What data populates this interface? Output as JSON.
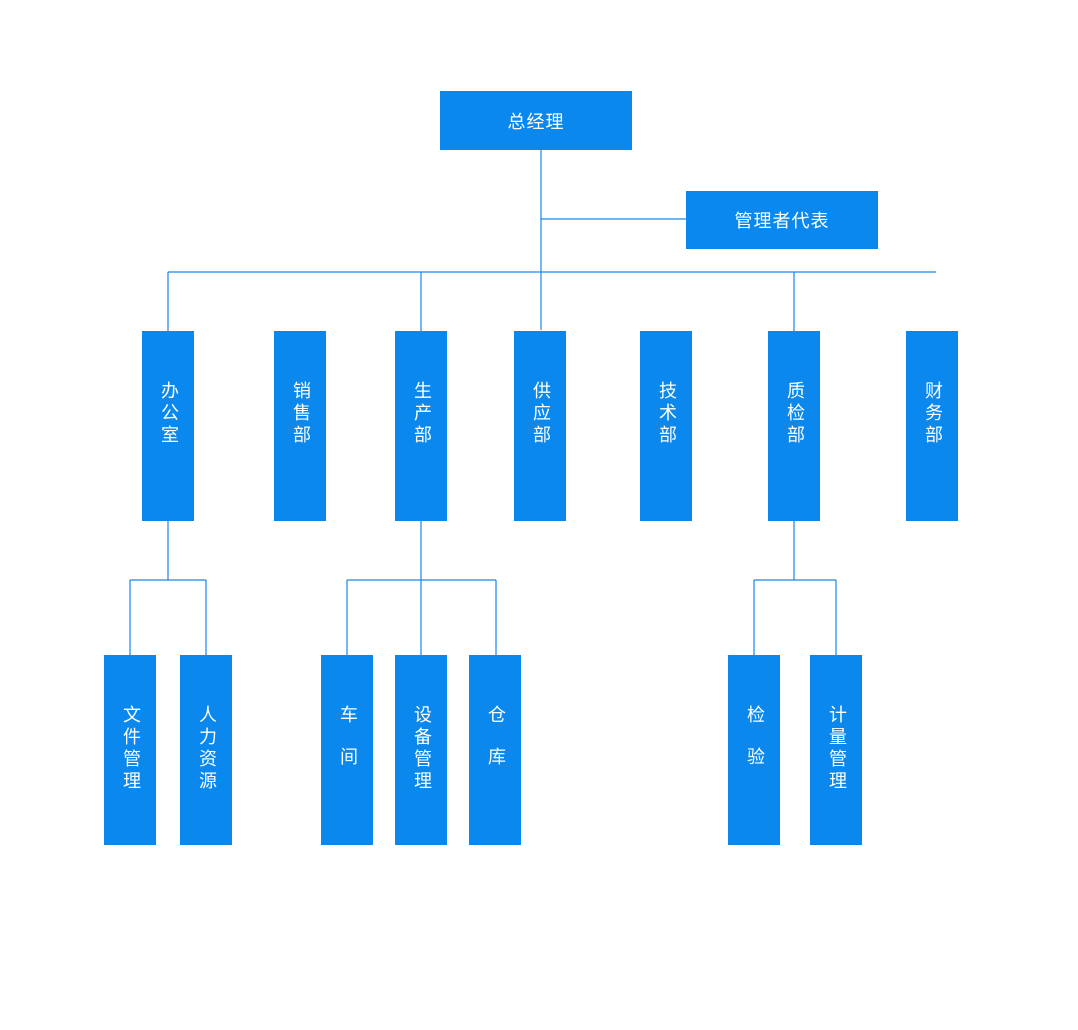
{
  "chart_colors": {
    "box_fill": "#0a88ee",
    "line": "#1a86e8",
    "text": "#ffffff"
  },
  "org": {
    "root": "总经理",
    "representative": "管理者代表",
    "departments": {
      "office": "办公室",
      "sales": "销售部",
      "production": "生产部",
      "supply": "供应部",
      "technology": "技术部",
      "quality": "质检部",
      "finance": "财务部"
    },
    "sub_units": {
      "document_management": "文件管理",
      "human_resources": "人力资源",
      "workshop": "车间",
      "equipment_management": "设备管理",
      "warehouse": "仓库",
      "inspection": "检验",
      "metrology_management": "计量管理"
    }
  }
}
